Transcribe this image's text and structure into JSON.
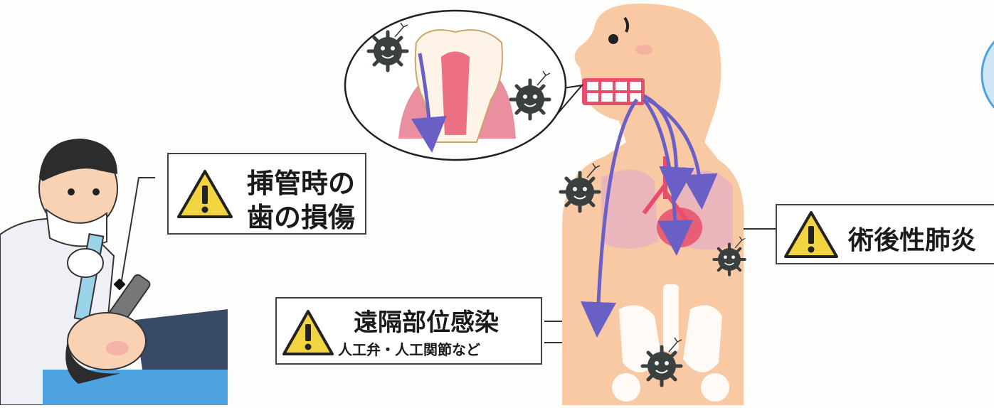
{
  "callouts": {
    "intubation": {
      "line1": "挿管時の",
      "line2": "歯の損傷"
    },
    "pneumonia": {
      "label": "術後性肺炎"
    },
    "remote": {
      "title": "遠隔部位感染",
      "subtitle": "人工弁・人工関節など"
    }
  },
  "icons": {
    "warning": "warning-triangle-icon",
    "bacteria": "bacteria-icon"
  },
  "colors": {
    "warning_fill": "#f2d340",
    "skin": "#f9c9a4",
    "lung": "#e9b3c0",
    "arrow": "#6a5fc4",
    "gum": "#e98fa0"
  }
}
